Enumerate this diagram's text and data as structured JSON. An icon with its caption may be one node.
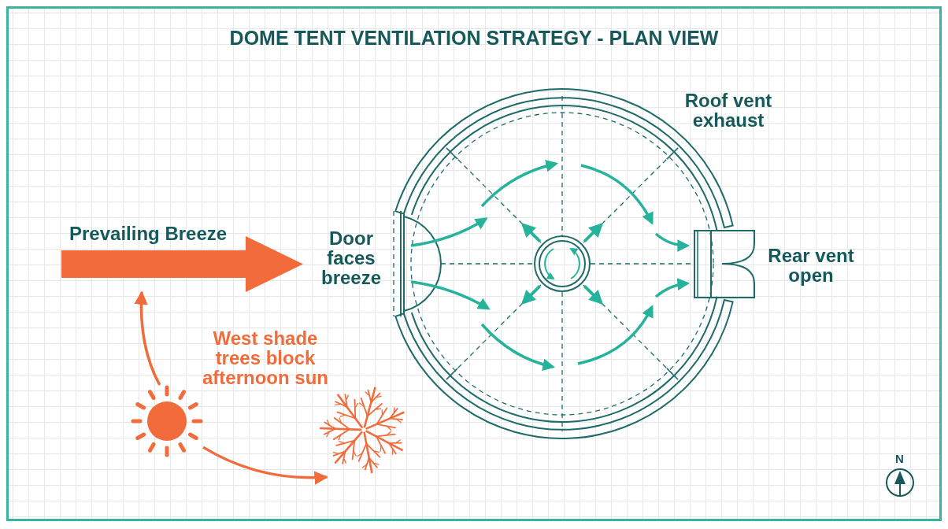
{
  "diagram": {
    "title": "DOME TENT VENTILATION STRATEGY - PLAN VIEW",
    "nodes": [
      {
        "text": [
          "Prevailing Breeze"
        ]
      },
      {
        "text": [],
        "shape": "picture"
      },
      {
        "text": [],
        "shape": "picture",
        "beside": [
          "West shade trees block afternoon sun"
        ]
      }
    ],
    "edges": [
      {
        "from": 1,
        "to": 0,
        "arrow": "to"
      },
      {
        "from": 1,
        "to": 2,
        "arrow": "to"
      }
    ],
    "labels": [
      "Door faces breeze",
      "Roof vent exhaust",
      "Rear vent open",
      "N"
    ]
  }
}
